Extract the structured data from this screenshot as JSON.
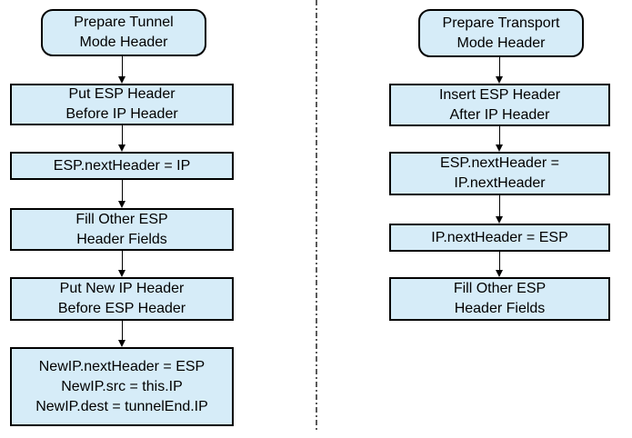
{
  "colors": {
    "background": "#ffffff",
    "node_fill": "#d6ecf8",
    "node_border": "#000000",
    "arrow": "#000000",
    "divider": "#5a5a5a",
    "text": "#000000"
  },
  "diagram": {
    "left": {
      "nodes": [
        {
          "type": "terminator",
          "lines": [
            "Prepare Tunnel",
            "Mode Header"
          ]
        },
        {
          "type": "process",
          "lines": [
            "Put ESP Header",
            "Before IP Header"
          ]
        },
        {
          "type": "process",
          "lines": [
            "ESP.nextHeader = IP"
          ]
        },
        {
          "type": "process",
          "lines": [
            "Fill Other ESP",
            "Header Fields"
          ]
        },
        {
          "type": "process",
          "lines": [
            "Put New IP Header",
            "Before ESP Header"
          ]
        },
        {
          "type": "process",
          "lines": [
            "NewIP.nextHeader = ESP",
            "NewIP.src = this.IP",
            "NewIP.dest = tunnelEnd.IP"
          ]
        }
      ]
    },
    "right": {
      "nodes": [
        {
          "type": "terminator",
          "lines": [
            "Prepare Transport",
            "Mode Header"
          ]
        },
        {
          "type": "process",
          "lines": [
            "Insert ESP Header",
            "After IP Header"
          ]
        },
        {
          "type": "process",
          "lines": [
            "ESP.nextHeader =",
            "IP.nextHeader"
          ]
        },
        {
          "type": "process",
          "lines": [
            "IP.nextHeader = ESP"
          ]
        },
        {
          "type": "process",
          "lines": [
            "Fill Other ESP",
            "Header Fields"
          ]
        }
      ]
    }
  }
}
